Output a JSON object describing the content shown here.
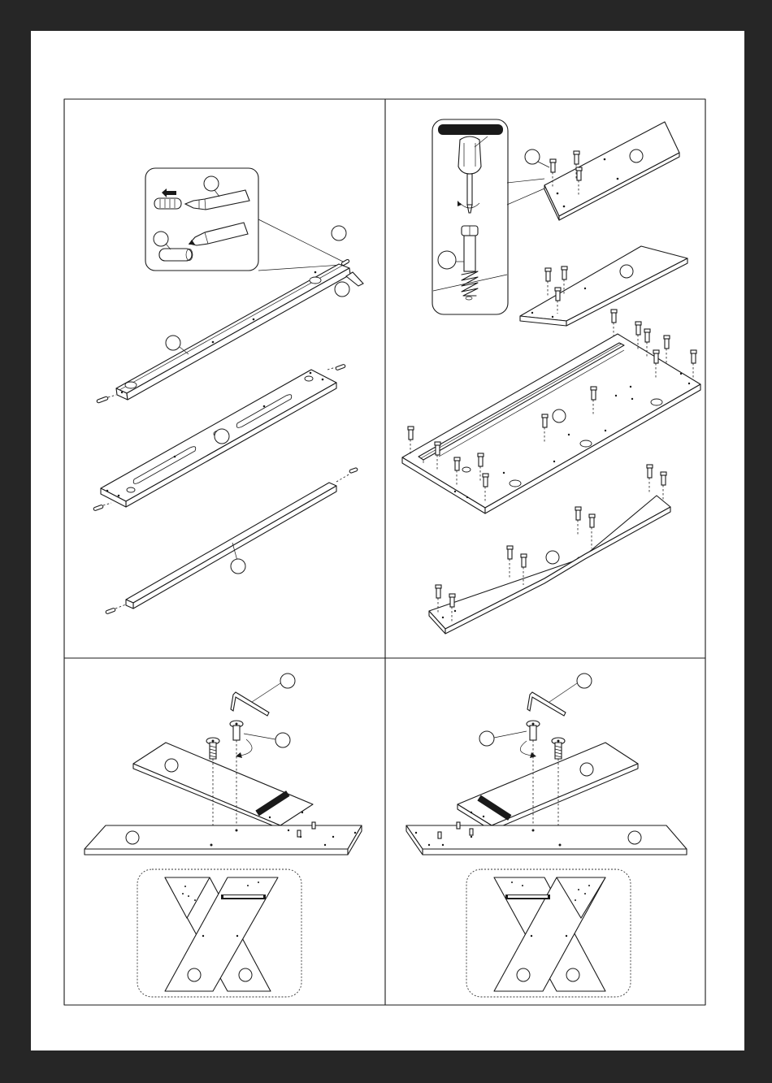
{
  "sheet": {
    "background": "#ffffff",
    "frame": "#262626"
  },
  "panels": [
    {
      "id": "panel-top-left",
      "step": "dowel-insertion-with-glue"
    },
    {
      "id": "panel-top-right",
      "step": "cam-bolt-insertion-with-screwdriver"
    },
    {
      "id": "panel-bottom-left",
      "step": "join-x-leg-with-hex-key-left"
    },
    {
      "id": "panel-bottom-right",
      "step": "join-x-leg-with-hex-key-right"
    }
  ],
  "icons": [
    "glue-bottle-icon",
    "dowel-icon",
    "screwdriver-icon",
    "cam-bolt-icon",
    "hex-key-icon",
    "bolt-icon",
    "rotation-arrow-icon",
    "direction-arrow-icon"
  ]
}
